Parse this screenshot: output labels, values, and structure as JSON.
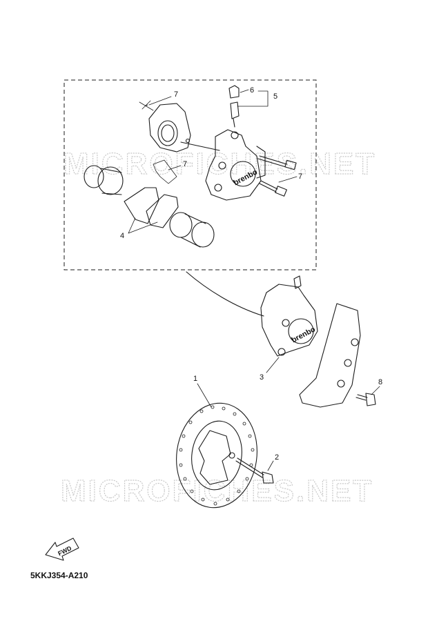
{
  "watermarks": [
    "MICROFICHES.NET",
    "MICROFICHES.NET"
  ],
  "callouts": {
    "n1": "1",
    "n2": "2",
    "n3": "3",
    "n4": "4",
    "n5": "5",
    "n6": "6",
    "n7a": "7",
    "n7b": "7",
    "n7c": "7",
    "n8": "8"
  },
  "brand_labels": [
    "brenbo",
    "brenbo"
  ],
  "fwd_label": "FWD",
  "diagram_code": "5KKJ354-A210"
}
